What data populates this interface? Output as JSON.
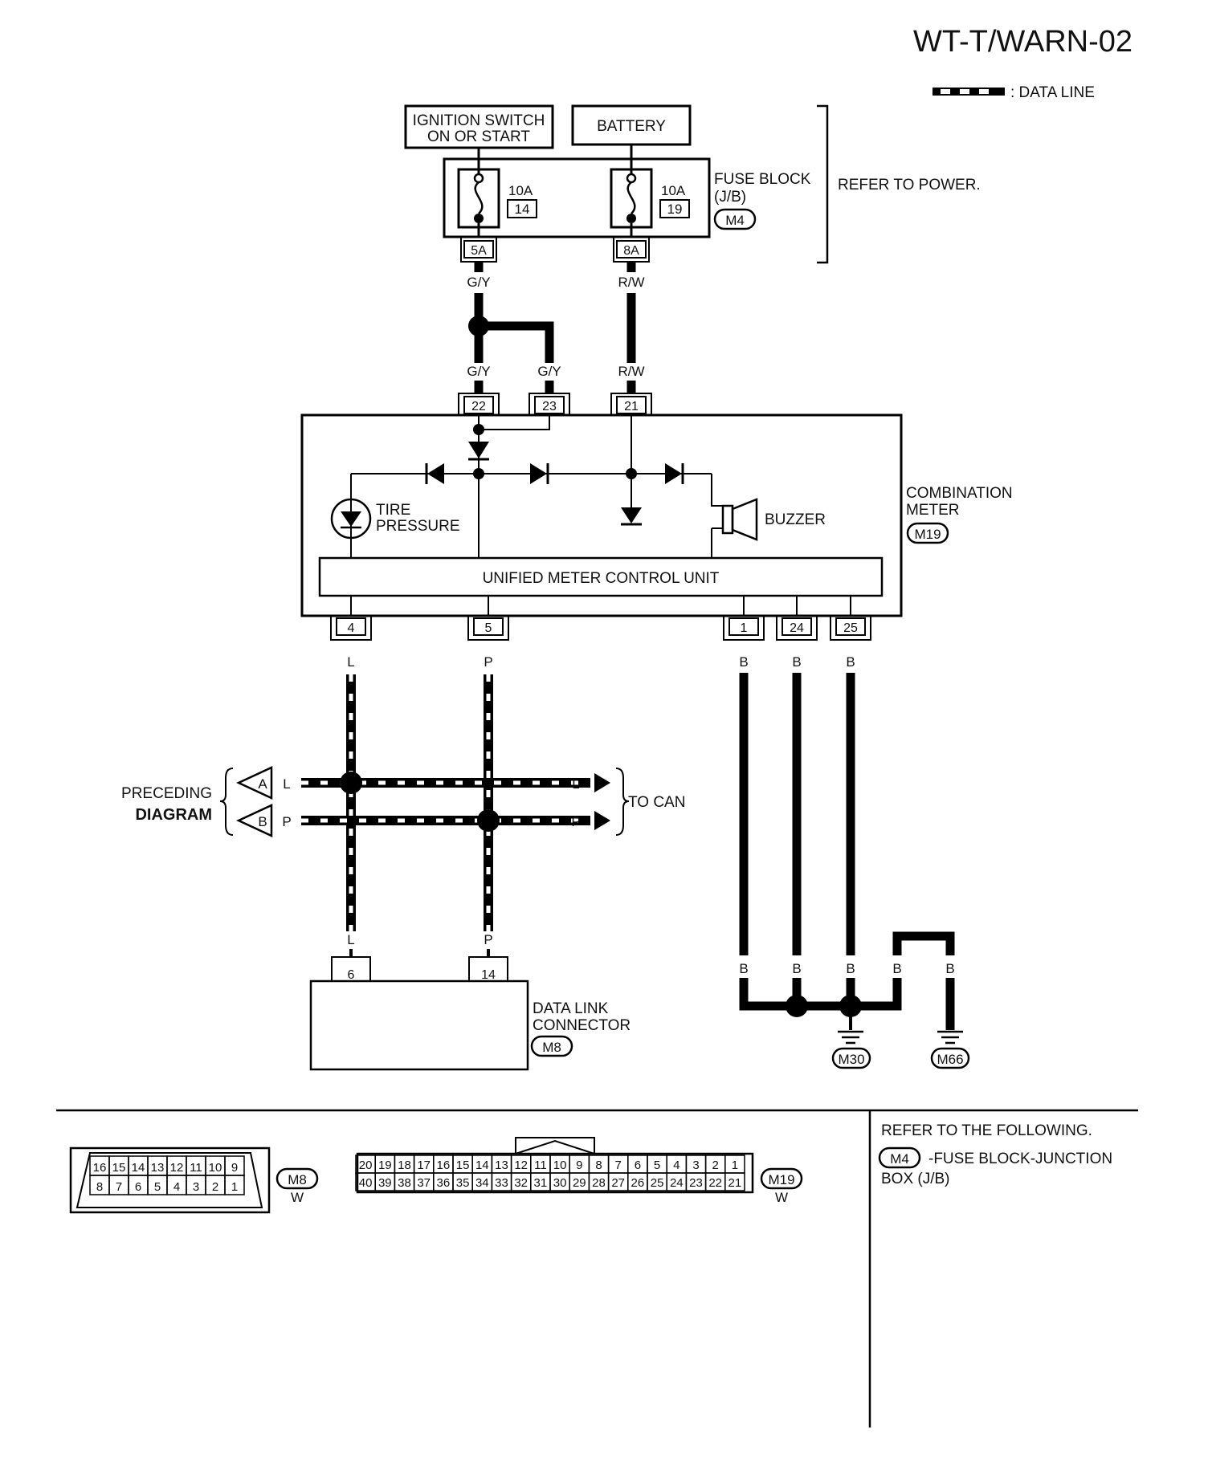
{
  "page_code": "WT-T/WARN-02",
  "legend": {
    "data_line_label": ": DATA LINE"
  },
  "power": {
    "ignition_switch_line1": "IGNITION SWITCH",
    "ignition_switch_line2": "ON OR START",
    "battery": "BATTERY",
    "refer_to_power": "REFER TO POWER."
  },
  "fuse_block": {
    "label_line1": "FUSE BLOCK",
    "label_line2": "(J/B)",
    "connector": "M4",
    "fuses": [
      {
        "amp": "10A",
        "number": "14",
        "terminal": "5A"
      },
      {
        "amp": "10A",
        "number": "19",
        "terminal": "8A"
      }
    ]
  },
  "wire_colors": {
    "gy": "G/Y",
    "rw": "R/W",
    "l": "L",
    "p": "P",
    "b": "B"
  },
  "combination_meter": {
    "label_line1": "COMBINATION",
    "label_line2": "METER",
    "connector": "M19",
    "input_pins": [
      "22",
      "23",
      "21"
    ],
    "output_pins": [
      "4",
      "5",
      "1",
      "24",
      "25"
    ],
    "tire_pressure_line1": "TIRE",
    "tire_pressure_line2": "PRESSURE",
    "buzzer": "BUZZER",
    "control_unit": "UNIFIED METER CONTROL UNIT"
  },
  "can": {
    "preceding_line1": "PRECEDING",
    "preceding_line2": "DIAGRAM",
    "marker_a": "A",
    "marker_b": "B",
    "to_can": "TO CAN"
  },
  "data_link_connector": {
    "label_line1": "DATA LINK",
    "label_line2": "CONNECTOR",
    "connector": "M8",
    "pins": [
      "6",
      "14"
    ]
  },
  "grounds": [
    "M30",
    "M66"
  ],
  "connector_views": {
    "m8": {
      "id": "M8",
      "color": "W",
      "row_top": [
        "16",
        "15",
        "14",
        "13",
        "12",
        "11",
        "10",
        "9"
      ],
      "row_bottom": [
        "8",
        "7",
        "6",
        "5",
        "4",
        "3",
        "2",
        "1"
      ]
    },
    "m19": {
      "id": "M19",
      "color": "W",
      "row_top": [
        "20",
        "19",
        "18",
        "17",
        "16",
        "15",
        "14",
        "13",
        "12",
        "11",
        "10",
        "9",
        "8",
        "7",
        "6",
        "5",
        "4",
        "3",
        "2",
        "1"
      ],
      "row_bottom": [
        "40",
        "39",
        "38",
        "37",
        "36",
        "35",
        "34",
        "33",
        "32",
        "31",
        "30",
        "29",
        "28",
        "27",
        "26",
        "25",
        "24",
        "23",
        "22",
        "21"
      ]
    }
  },
  "references": {
    "heading": "REFER TO THE FOLLOWING.",
    "item_connector": "M4",
    "item_text_line1": "-FUSE BLOCK-JUNCTION",
    "item_text_line2": "BOX (J/B)"
  }
}
